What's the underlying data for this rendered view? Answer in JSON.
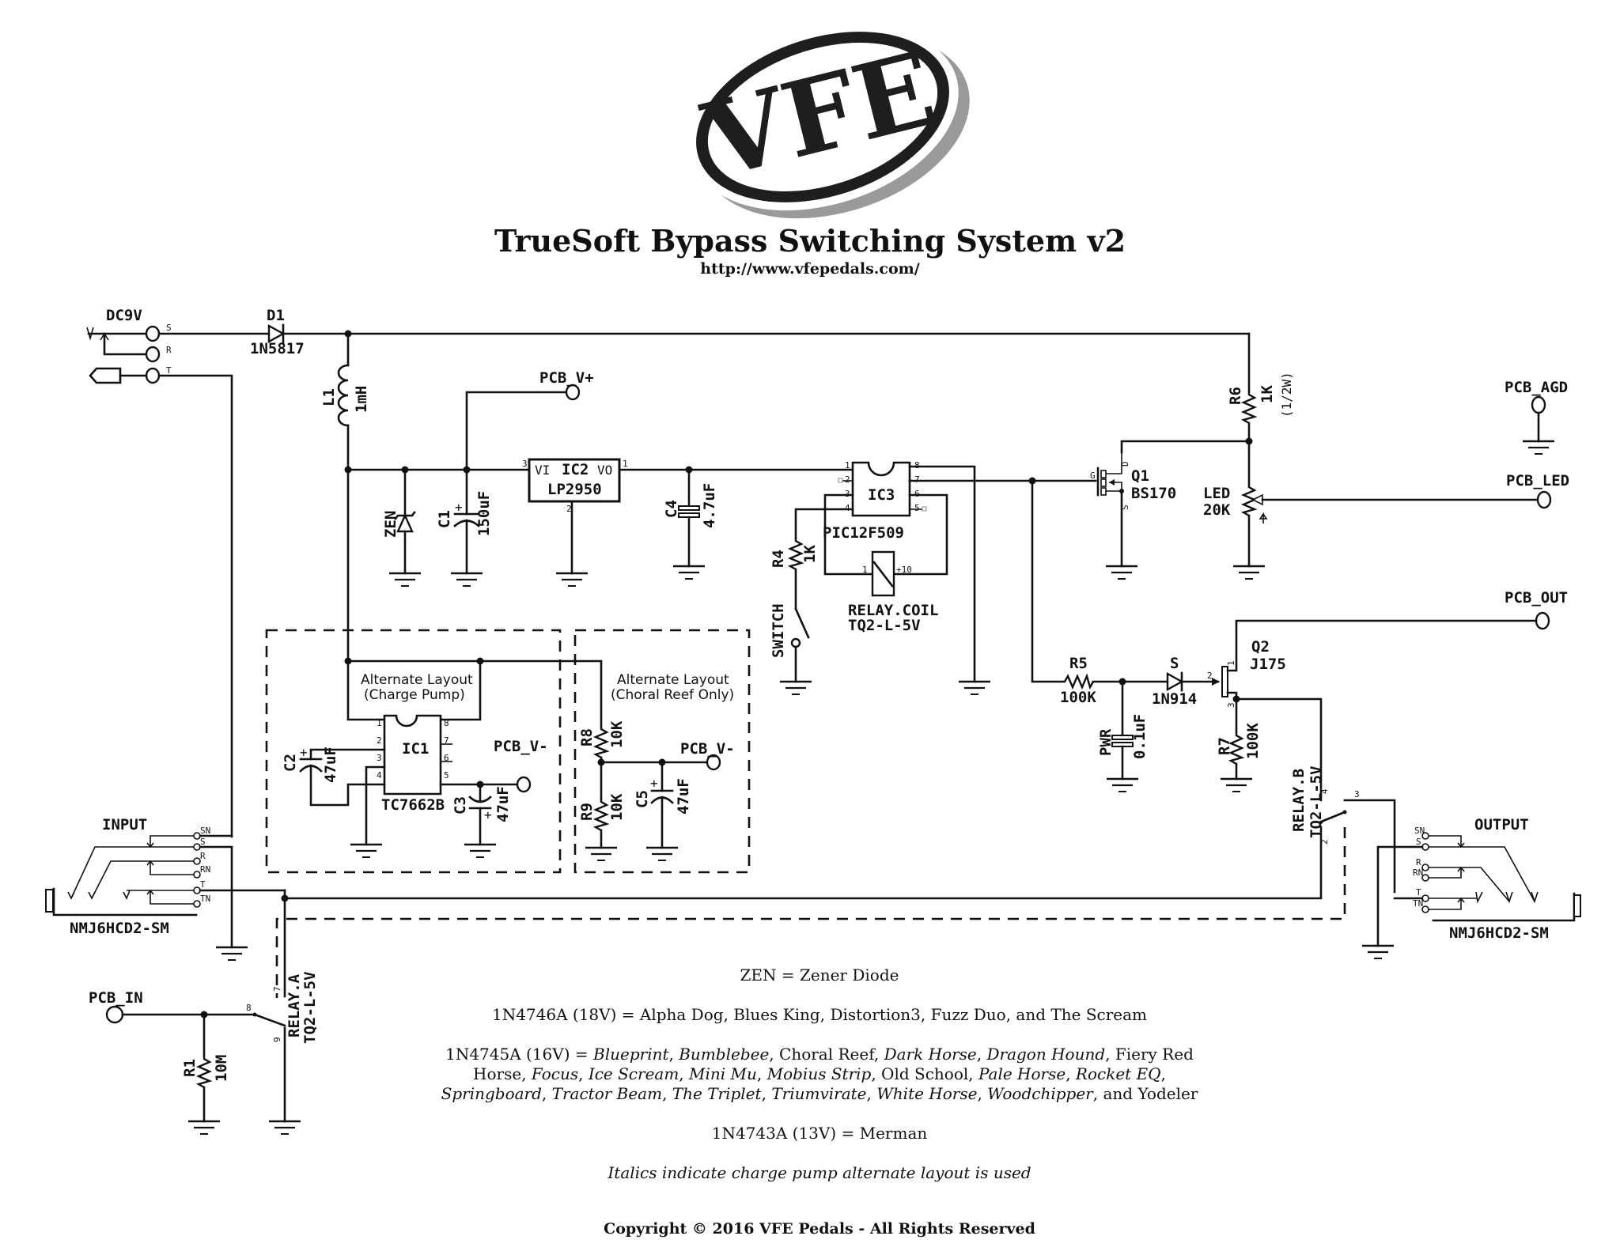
{
  "header": {
    "logo_text": "VFE",
    "title": "TrueSoft Bypass Switching System v2",
    "url": "http://www.vfepedals.com/"
  },
  "components": {
    "dc_jack": {
      "label": "DC9V",
      "pins": [
        "S",
        "R",
        "T"
      ]
    },
    "d1": {
      "ref": "D1",
      "value": "1N5817"
    },
    "l1": {
      "ref": "L1",
      "value": "1mH"
    },
    "zen": {
      "ref": "ZEN"
    },
    "c1": {
      "ref": "C1",
      "value": "150uF"
    },
    "ic2": {
      "ref": "IC2",
      "value": "LP2950",
      "pin_vi": "VI",
      "pin_vo": "VO",
      "pins": [
        "3",
        "1",
        "2"
      ]
    },
    "c4": {
      "ref": "C4",
      "value": "4.7uF"
    },
    "pcb_vplus": {
      "label": "PCB_V+"
    },
    "ic3": {
      "ref": "IC3",
      "value": "PIC12F509",
      "pins": [
        "1",
        "2",
        "3",
        "4",
        "8",
        "7",
        "6",
        "5"
      ]
    },
    "r4": {
      "ref": "R4",
      "value": "1K"
    },
    "switch": {
      "label": "SWITCH"
    },
    "relay_coil": {
      "label": "RELAY.COIL",
      "value": "TQ2-L-5V",
      "pin_1": "1",
      "pin_10": "+10"
    },
    "q1": {
      "ref": "Q1",
      "value": "BS170",
      "pin_g": "G",
      "pin_d": "D",
      "pin_s": "S"
    },
    "r6": {
      "ref": "R6",
      "value": "1K",
      "note": "(1/2W)"
    },
    "led": {
      "ref": "LED",
      "value": "20K"
    },
    "pcb_agd": {
      "label": "PCB_AGD"
    },
    "pcb_led": {
      "label": "PCB_LED"
    },
    "pcb_out": {
      "label": "PCB_OUT"
    },
    "r5": {
      "ref": "R5",
      "value": "100K"
    },
    "s_diode": {
      "ref": "S",
      "value": "1N914"
    },
    "pwr": {
      "ref": "PWR",
      "value": "0.1uF"
    },
    "q2": {
      "ref": "Q2",
      "value": "J175",
      "pins": [
        "1",
        "2",
        "3"
      ]
    },
    "r7": {
      "ref": "R7",
      "value": "100K"
    },
    "relay_b": {
      "label": "RELAY.B",
      "value": "TQ2-L-5V",
      "pins": [
        "4",
        "3",
        "2"
      ]
    },
    "output_jack": {
      "label": "OUTPUT",
      "part": "NMJ6HCD2-SM",
      "pins": [
        "SN",
        "S",
        "R",
        "RN",
        "T",
        "TN"
      ]
    },
    "input_jack": {
      "label": "INPUT",
      "part": "NMJ6HCD2-SM",
      "pins": [
        "SN",
        "S",
        "R",
        "RN",
        "T",
        "TN"
      ]
    },
    "pcb_in": {
      "label": "PCB_IN"
    },
    "r1": {
      "ref": "R1",
      "value": "10M"
    },
    "relay_a": {
      "label": "RELAY.A",
      "value": "TQ2-L-5V",
      "pins": [
        "7",
        "8",
        "9"
      ]
    },
    "charge_pump": {
      "title_line1": "Alternate Layout",
      "title_line2": "(Charge Pump)",
      "ic1": {
        "ref": "IC1",
        "value": "TC7662B",
        "pins": [
          "1",
          "2",
          "3",
          "4",
          "8",
          "7",
          "6",
          "5"
        ]
      },
      "c2": {
        "ref": "C2",
        "value": "47uF"
      },
      "c3": {
        "ref": "C3",
        "value": "47uF"
      },
      "pcb_vminus": {
        "label": "PCB_V-"
      }
    },
    "choral_reef": {
      "title_line1": "Alternate Layout",
      "title_line2": "(Choral Reef Only)",
      "r8": {
        "ref": "R8",
        "value": "10K"
      },
      "r9": {
        "ref": "R9",
        "value": "10K"
      },
      "c5": {
        "ref": "C5",
        "value": "47uF"
      },
      "pcb_vminus": {
        "label": "PCB_V-"
      }
    }
  },
  "notes": {
    "zen": "ZEN = Zener Diode",
    "n1n4746a": "1N4746A (18V) = Alpha Dog, Blues King, Distortion3, Fuzz Duo, and The Scream",
    "n1n4745a_prefix": "1N4745A (16V) = ",
    "n1n4745a_items": [
      {
        "name": "Blueprint",
        "italic": true
      },
      {
        "name": "Bumblebee",
        "italic": true
      },
      {
        "name": "Choral Reef",
        "italic": false
      },
      {
        "name": "Dark Horse",
        "italic": true
      },
      {
        "name": "Dragon Hound",
        "italic": true
      },
      {
        "name": "Fiery Red Horse",
        "italic": false
      },
      {
        "name": "Focus",
        "italic": true
      },
      {
        "name": "Ice Scream",
        "italic": true
      },
      {
        "name": "Mini Mu",
        "italic": true
      },
      {
        "name": "Mobius Strip",
        "italic": true
      },
      {
        "name": "Old School",
        "italic": false
      },
      {
        "name": "Pale Horse",
        "italic": true
      },
      {
        "name": "Rocket EQ",
        "italic": true
      },
      {
        "name": "Springboard",
        "italic": true
      },
      {
        "name": "Tractor Beam",
        "italic": true
      },
      {
        "name": "The Triplet",
        "italic": true
      },
      {
        "name": "Triumvirate",
        "italic": true
      },
      {
        "name": "White Horse",
        "italic": true
      },
      {
        "name": "Woodchipper",
        "italic": true
      },
      {
        "name": "Yodeler",
        "italic": true
      }
    ],
    "n1n4745a_line1": "1N4745A (16V) = Blueprint, Bumblebee, Choral Reef, Dark Horse, Dragon Hound, Fiery Red",
    "n1n4745a_line2": "Horse, Focus, Ice Scream, Mini Mu, Mobius Strip, Old School, Pale Horse, Rocket EQ,",
    "n1n4745a_line3": "Springboard, Tractor Beam, The Triplet, Triumvirate, White Horse, Woodchipper, and Yodeler",
    "n1n4743a": "1N4743A (13V) = Merman",
    "italics_note": "Italics indicate charge pump alternate layout is used"
  },
  "footer": {
    "copyright": "Copyright © 2016 VFE Pedals - All Rights Reserved"
  }
}
